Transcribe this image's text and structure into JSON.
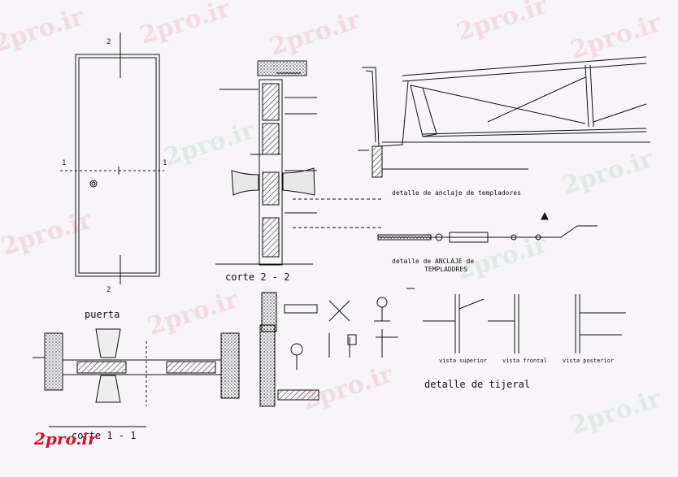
{
  "watermark": "2pro.ir",
  "logo": "2pro.ir",
  "colors": {
    "line": "#111111",
    "hatch": "#222222",
    "watermark_red": "#dc5a6e",
    "watermark_green": "#5aaa78",
    "logo": "#d8102a"
  },
  "labels": {
    "door_title": "puerta",
    "corte_1": "corte 1 - 1",
    "corte_2": "corte 2 - 2",
    "anclaje_1": "detalle de anclaje de templadores",
    "anclaje_2_line1": "detalle de ANCLAJE de",
    "anclaje_2_line2": "TEMPLADDRES",
    "tijeral": "detalle de tijeral",
    "section_mark_2": "2",
    "section_mark_1": "1"
  },
  "notes": {
    "vista_superior": "vista superior",
    "vista_frontal": "vista frontal",
    "vista_posterior": "vista posterior"
  }
}
